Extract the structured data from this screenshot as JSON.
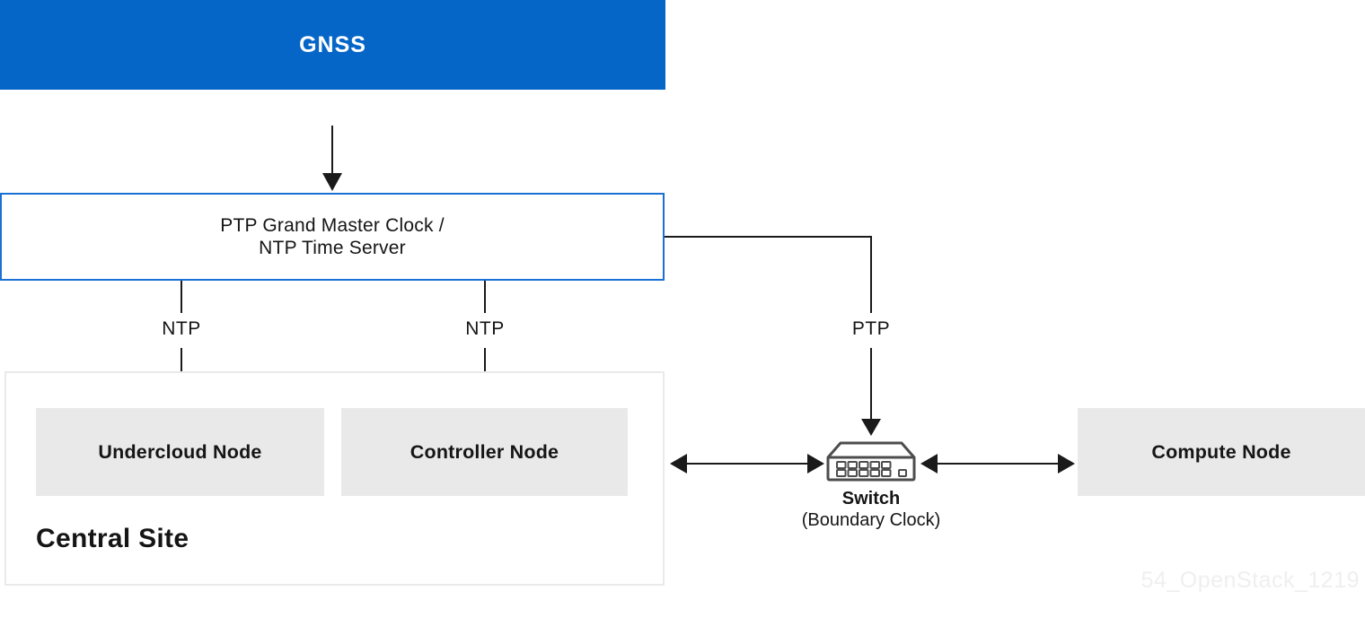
{
  "colors": {
    "accent_blue": "#0666c8",
    "border_blue": "#1a70d4",
    "node_gray": "#e9e9e9",
    "container_border": "#eaeaea",
    "line": "#1a1a1a",
    "text": "#151515",
    "watermark": "#efeff1",
    "switch_stroke": "#4d4d4d"
  },
  "nodes": {
    "gnss": "GNSS",
    "grandmaster_line1": "PTP Grand Master Clock /",
    "grandmaster_line2": "NTP Time Server",
    "undercloud": "Undercloud Node",
    "controller": "Controller Node",
    "compute": "Compute Node"
  },
  "links": {
    "ntp_undercloud": "NTP",
    "ntp_controller": "NTP",
    "ptp_switch": "PTP"
  },
  "central_site": {
    "label": "Central Site"
  },
  "switch": {
    "label": "Switch",
    "sublabel": "(Boundary Clock)"
  },
  "watermark": "54_OpenStack_1219"
}
